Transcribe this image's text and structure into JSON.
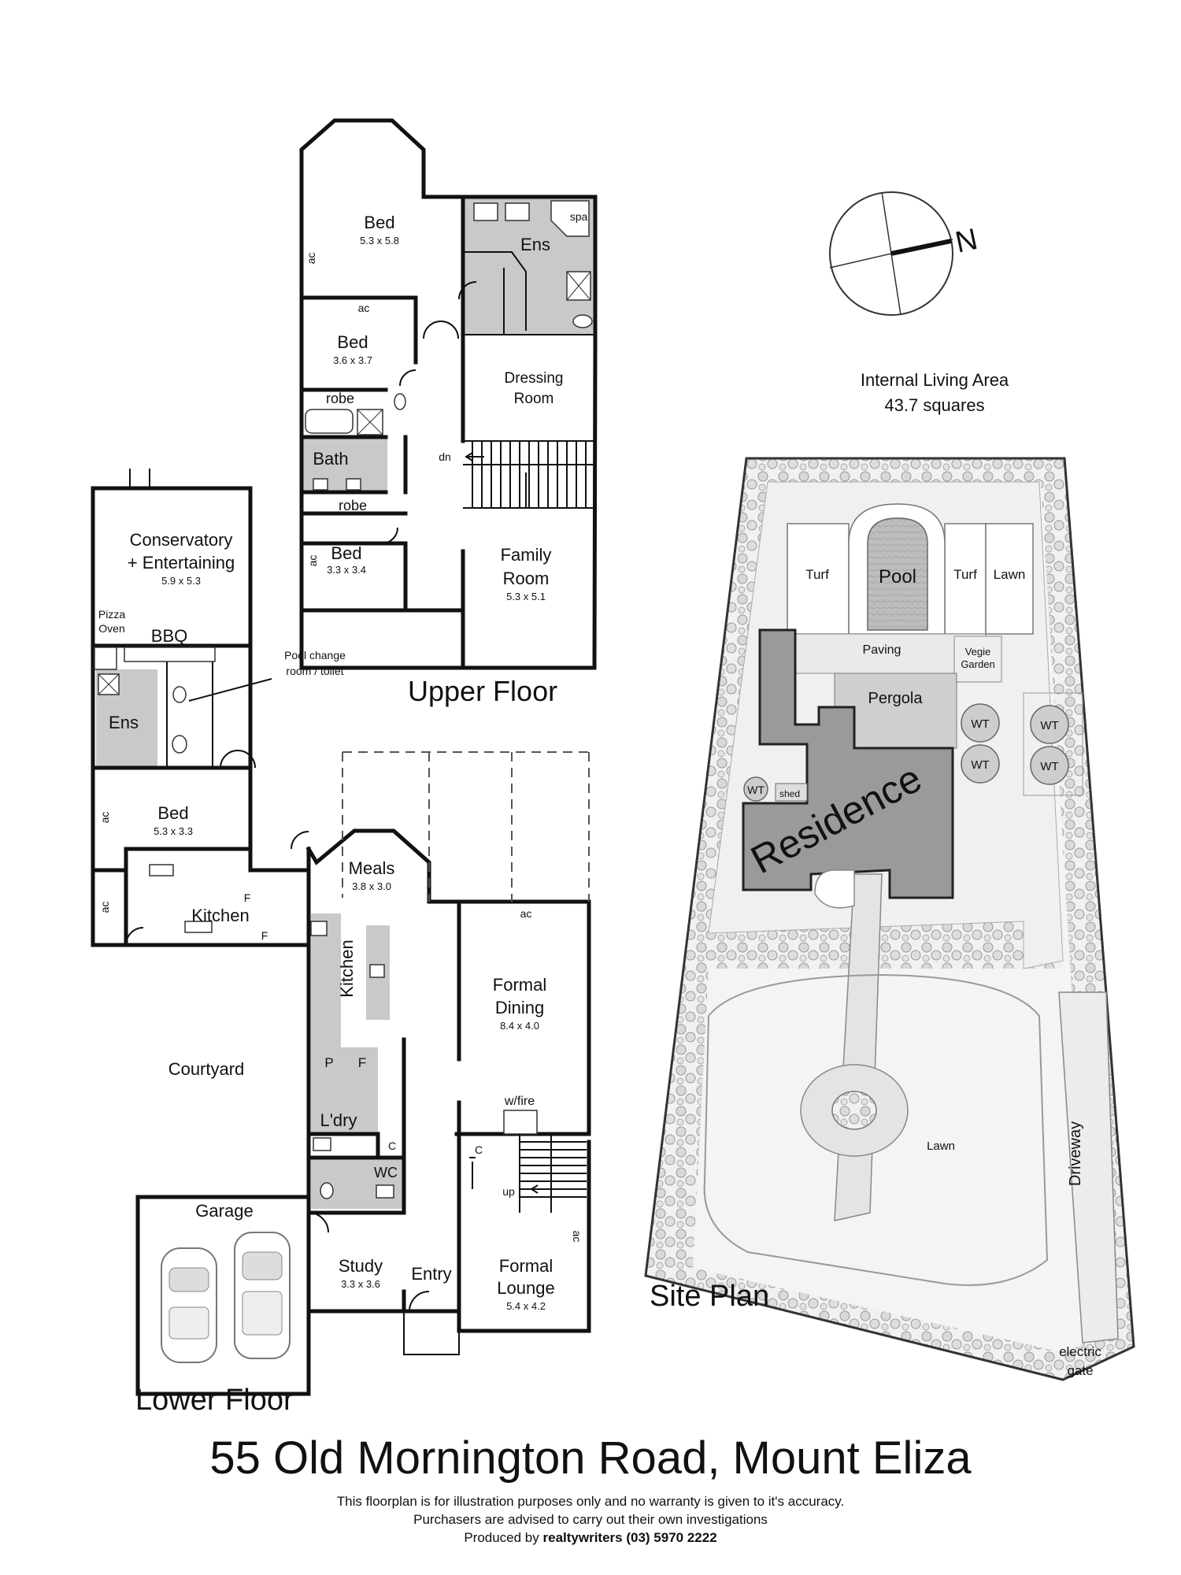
{
  "upper_floor": {
    "heading": "Upper Floor",
    "bed_1": {
      "name": "Bed",
      "size": "5.3 x 5.8"
    },
    "ensuite": "Ens",
    "spa": "spa",
    "bed_2": {
      "name": "Bed",
      "size": "3.6 x 3.7"
    },
    "dressing": [
      "Dressing",
      "Room"
    ],
    "robe_1": "robe",
    "robe_2": "robe",
    "bath": "Bath",
    "dn": "dn",
    "bed_3": {
      "name": "Bed",
      "size": "3.3 x 3.4"
    },
    "family": {
      "name": [
        "Family",
        "Room"
      ],
      "size": "5.3 x 5.1"
    },
    "ac": "ac"
  },
  "lower_floor": {
    "heading": "Lower Floor",
    "conservatory": {
      "name": [
        "Conservatory",
        "+ Entertaining"
      ],
      "size": "5.9 x 5.3"
    },
    "pizza_oven": [
      "Pizza",
      "Oven"
    ],
    "bbq": "BBQ",
    "pool_change": [
      "Pool change",
      "room / toilet"
    ],
    "ensuite": "Ens",
    "bed": {
      "name": "Bed",
      "size": "5.3 x 3.3"
    },
    "kitchen_outdoor": "Kitchen",
    "f_label": "F",
    "meals": {
      "name": "Meals",
      "size": "3.8 x 3.0"
    },
    "kitchen": "Kitchen",
    "formal_dining": {
      "name": [
        "Formal",
        "Dining"
      ],
      "size": "8.4 x 4.0"
    },
    "courtyard": "Courtyard",
    "p_label": "P",
    "wfire": "w/fire",
    "laundry": "L'dry",
    "c_label": "C",
    "wc": "WC",
    "up": "up",
    "garage": "Garage",
    "study": {
      "name": "Study",
      "size": "3.3 x 3.6"
    },
    "entry": "Entry",
    "formal_lounge": {
      "name": [
        "Formal",
        "Lounge"
      ],
      "size": "5.4 x 4.2"
    },
    "ac": "ac"
  },
  "site_plan": {
    "heading": "Site Plan",
    "compass": "N",
    "area_label": "Internal Living Area",
    "area_value": "43.7 squares",
    "turf": "Turf",
    "pool": "Pool",
    "lawn": "Lawn",
    "paving": "Paving",
    "vegie": [
      "Vegie",
      "Garden"
    ],
    "pergola": "Pergola",
    "wt": "WT",
    "shed": "shed",
    "residence": "Residence",
    "driveway": "Driveway",
    "gate": [
      "electric",
      "gate"
    ]
  },
  "footer": {
    "address": "55 Old Mornington Road, Mount Eliza",
    "disclaimer_1": "This floorplan is for illustration purposes only and no warranty is given to it's accuracy.",
    "disclaimer_2": "Purchasers are advised to carry out their own investigations",
    "produced_prefix": "Produced by ",
    "produced_brand": "realtywriters",
    "produced_phone": " (03) 5970 2222"
  }
}
